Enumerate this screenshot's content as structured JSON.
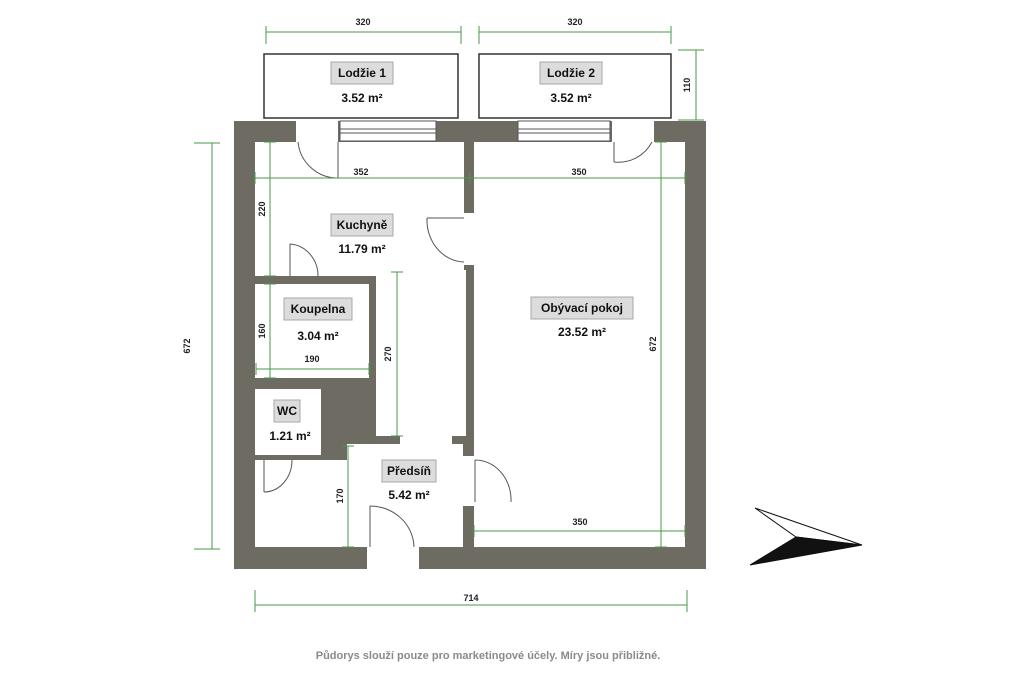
{
  "rooms": {
    "lodzie1": {
      "name": "Lodžie 1",
      "area": "3.52 m²"
    },
    "lodzie2": {
      "name": "Lodžie 2",
      "area": "3.52 m²"
    },
    "kuchyne": {
      "name": "Kuchyně",
      "area": "11.79 m²"
    },
    "koupelna": {
      "name": "Koupelna",
      "area": "3.04 m²"
    },
    "wc": {
      "name": "WC",
      "area": "1.21 m²"
    },
    "predsin": {
      "name": "Předsíň",
      "area": "5.42 m²"
    },
    "obyvaci": {
      "name": "Obývací pokoj",
      "area": "23.52 m²"
    }
  },
  "dimensions": {
    "loggia1_width": "320",
    "loggia2_width": "320",
    "loggia_depth": "110",
    "kitchen_width": "352",
    "living_width_top": "350",
    "kitchen_depth": "220",
    "bath_height": "160",
    "bath_width": "190",
    "corridor_length": "270",
    "hall_height": "170",
    "living_width_bottom": "350",
    "living_height": "672",
    "total_height": "672",
    "total_width": "714"
  },
  "colors": {
    "wall": "#6e6b63",
    "dimension": "#4a9a4a",
    "label_bg": "#dcdcdc"
  },
  "north_arrow": {
    "icon": "north-arrow-icon"
  },
  "footnote": "Půdorys slouží pouze pro marketingové účely. Míry jsou přibližné."
}
